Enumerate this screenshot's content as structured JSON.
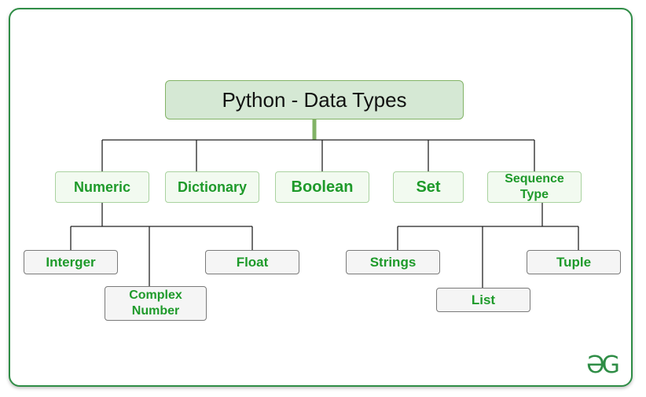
{
  "root": "Python - Data Types",
  "categories": {
    "numeric": "Numeric",
    "dictionary": "Dictionary",
    "boolean": "Boolean",
    "set": "Set",
    "sequence_line1": "Sequence",
    "sequence_line2": "Type"
  },
  "numeric_children": {
    "integer": "Interger",
    "complex_line1": "Complex",
    "complex_line2": "Number",
    "float": "Float"
  },
  "sequence_children": {
    "strings": "Strings",
    "list": "List",
    "tuple": "Tuple"
  },
  "logo": "ƏG",
  "colors": {
    "accent": "#2f8d46",
    "text_green": "#1e9a2a",
    "root_fill": "#d5e8d4"
  }
}
